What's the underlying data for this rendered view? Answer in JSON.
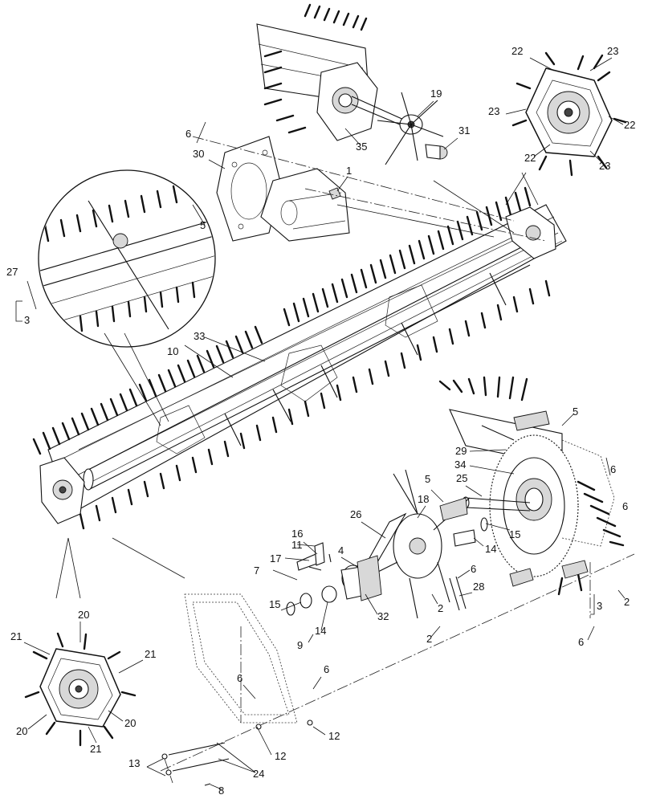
{
  "diagram": {
    "callouts": [
      "1",
      "2",
      "2",
      "2",
      "3",
      "3",
      "4",
      "5",
      "5",
      "5",
      "5",
      "6",
      "6",
      "6",
      "6",
      "6",
      "6",
      "6",
      "6",
      "7",
      "8",
      "9",
      "10",
      "11",
      "12",
      "12",
      "13",
      "14",
      "14",
      "15",
      "15",
      "16",
      "17",
      "18",
      "19",
      "20",
      "20",
      "20",
      "20",
      "21",
      "21",
      "21",
      "22",
      "22",
      "22",
      "23",
      "23",
      "23",
      "24",
      "25",
      "26",
      "27",
      "28",
      "29",
      "30",
      "31",
      "32",
      "33",
      "34",
      "35"
    ]
  }
}
